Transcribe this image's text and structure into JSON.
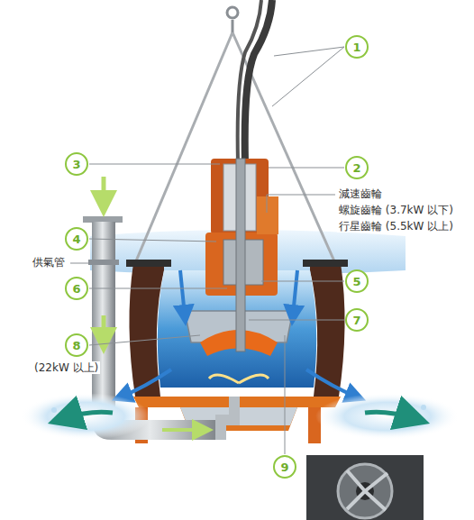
{
  "diagram": {
    "nodes": [
      {
        "text": [
          "1"
        ]
      },
      {
        "text": [
          "3"
        ]
      },
      {
        "text": [
          "2"
        ]
      },
      {
        "text": [
          "4"
        ]
      },
      {
        "text": [
          "5"
        ]
      },
      {
        "text": [
          "6"
        ]
      },
      {
        "text": [
          "7"
        ]
      },
      {
        "text": [
          "8"
        ]
      },
      {
        "text": [
          "9"
        ]
      }
    ],
    "labels": [
      "減速齒輪",
      "螺旋齒輪 (3.7kW 以下)",
      "行星齒輪 (5.5kW 以上)",
      "供氣管",
      "(22kW 以上)"
    ]
  }
}
